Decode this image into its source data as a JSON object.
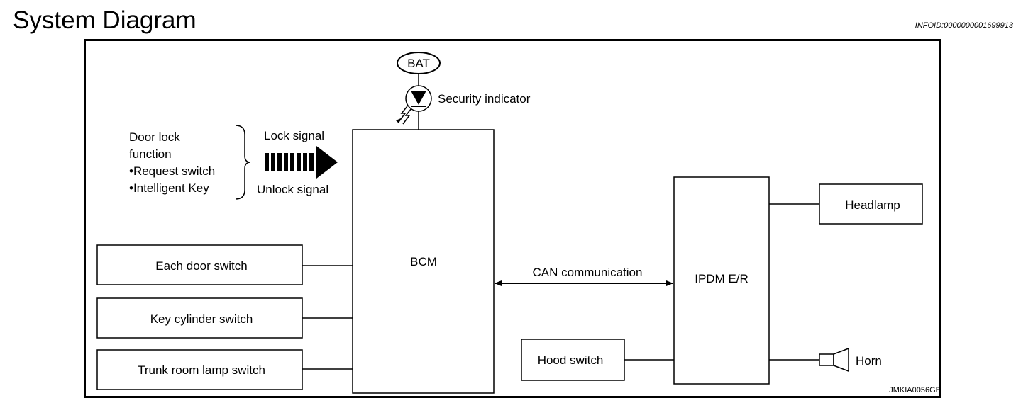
{
  "header": {
    "title": "System Diagram",
    "info_id": "INFOID:0000000001699913"
  },
  "diagram": {
    "bat_label": "BAT",
    "security_indicator_label": "Security indicator",
    "door_lock": {
      "line1": "Door lock",
      "line2": "function",
      "item1": "•Request switch",
      "item2": "•Intelligent Key"
    },
    "lock_signal": "Lock signal",
    "unlock_signal": "Unlock signal",
    "bcm_label": "BCM",
    "switches": {
      "each_door": "Each door switch",
      "key_cylinder": "Key cylinder switch",
      "trunk_room_lamp": "Trunk room lamp switch"
    },
    "can_label": "CAN communication",
    "ipdm_label": "IPDM E/R",
    "headlamp_label": "Headlamp",
    "hood_switch_label": "Hood switch",
    "horn_label": "Horn",
    "figure_code": "JMKIA0056GB"
  }
}
